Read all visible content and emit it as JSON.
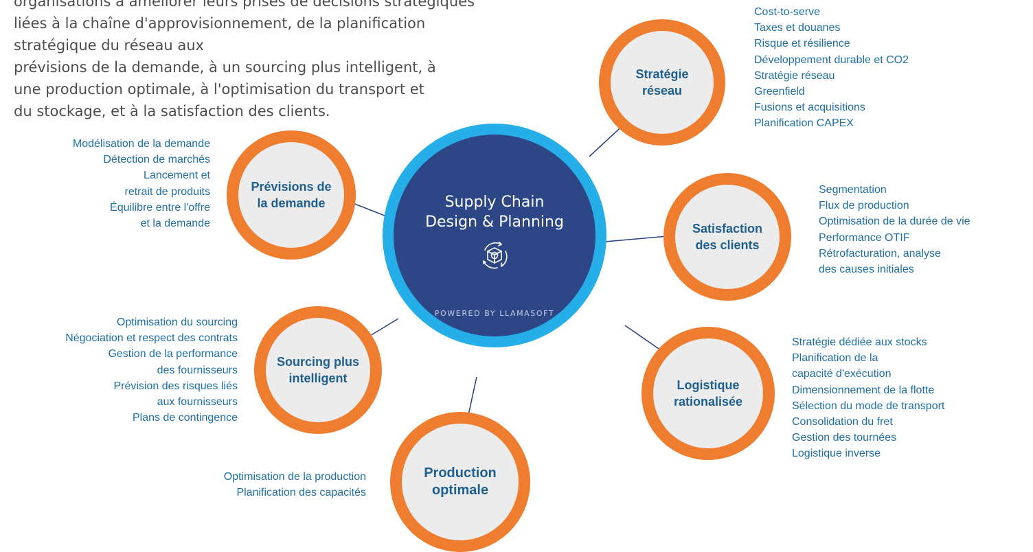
{
  "intro": {
    "text": "organisations à améliorer leurs prises de décisions stratégiques liées à la chaîne d'approvisionnement, de la planification stratégique du réseau aux\nprévisions de la demande, à un sourcing plus intelligent, à\nune production optimale, à l'optimisation du transport et\ndu stockage, et à la satisfaction des clients."
  },
  "hub": {
    "title": "Supply Chain\nDesign & Planning",
    "icon": "cube-cycle-icon",
    "subtitle": "POWERED BY LLAMASOFT"
  },
  "colors": {
    "hub_ring": "#26aee9",
    "hub_fill": "#2c4686",
    "node_ring": "#ee7d30",
    "node_fill": "#ececec",
    "node_label": "#1d5f8f",
    "feature_text": "#1d6fa4",
    "connector": "#2c4686"
  },
  "nodes": [
    {
      "id": "strategie-reseau",
      "label": "Stratégie\nréseau",
      "items": [
        "Cost-to-serve",
        "Taxes et douanes",
        "Risque et résilience",
        "Développement durable et CO2",
        "Stratégie réseau",
        "Greenfield",
        "Fusions et acquisitions",
        "Planification CAPEX"
      ]
    },
    {
      "id": "previsions-demande",
      "label": "Prévisions de\nla demande",
      "items": [
        "Modélisation de la demande",
        "Détection de marchés",
        "Lancement et\nretrait de produits",
        "Équilibre entre l'offre\net la demande"
      ]
    },
    {
      "id": "satisfaction-clients",
      "label": "Satisfaction\ndes clients",
      "items": [
        "Segmentation",
        "Flux de production",
        "Optimisation de la durée de vie",
        "Performance OTIF",
        "Rétrofacturation, analyse\ndes causes initiales"
      ]
    },
    {
      "id": "sourcing",
      "label": "Sourcing plus\nintelligent",
      "items": [
        "Optimisation du sourcing",
        "Négociation et respect des contrats",
        "Gestion de la performance\ndes fournisseurs",
        "Prévision des risques liés\naux fournisseurs",
        "Plans de contingence"
      ]
    },
    {
      "id": "logistique",
      "label": "Logistique\nrationalisée",
      "items": [
        "Stratégie dédiée aux stocks",
        "Planification de la\ncapacité d'exécution",
        "Dimensionnement de la flotte",
        "Sélection du mode de transport",
        "Consolidation du fret",
        "Gestion des tournées",
        "Logistique inverse"
      ]
    },
    {
      "id": "production",
      "label": "Production\noptimale",
      "items": [
        "Optimisation de la production",
        "Planification des capacités"
      ]
    }
  ]
}
